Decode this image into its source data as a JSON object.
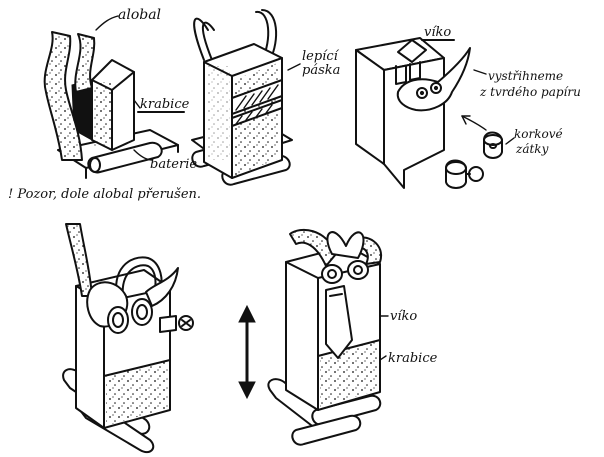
{
  "labels": {
    "alobal": "alobal",
    "krabice_top": "krabice",
    "baterie": "baterie",
    "lepici": "lepící",
    "paska": "páska",
    "viko_top": "víko",
    "vystrihneme": "vystřihneme",
    "z_tvrdeho": "z tvrdého papíru",
    "korkove": "korkové",
    "zatky": "zátky",
    "note": "! Pozor, dole alobal přerušen.",
    "viko_bottom": "víko",
    "krabice_bottom": "krabice"
  }
}
